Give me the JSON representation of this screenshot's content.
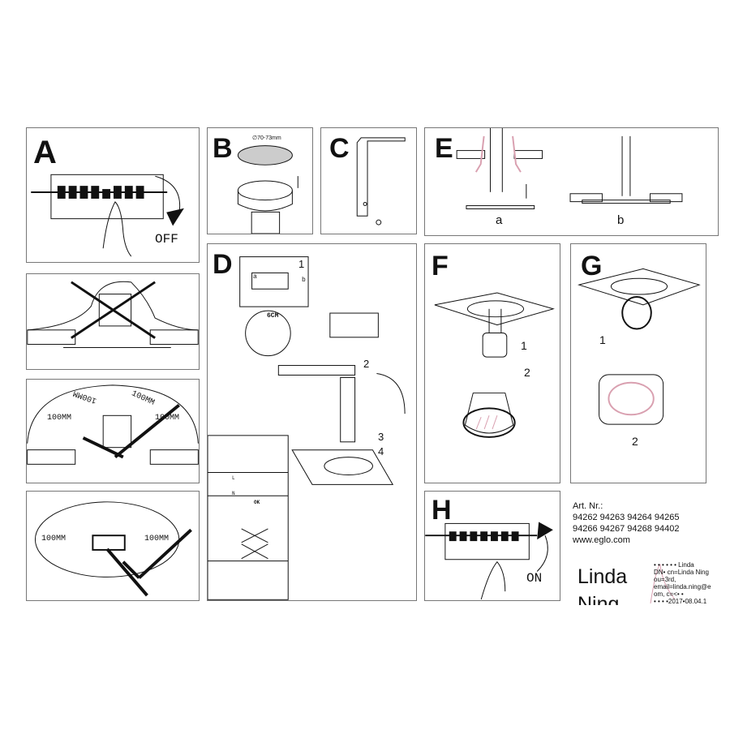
{
  "panels": {
    "a": {
      "letter": "A",
      "caption": "OFF"
    },
    "b": {
      "letter": "B",
      "dimension": "∅70-73mm"
    },
    "c": {
      "letter": "C"
    },
    "d": {
      "letter": "D",
      "steps": [
        "1",
        "2",
        "3",
        "4"
      ],
      "callouts": [
        "a",
        "b"
      ],
      "strip_length": "6CM",
      "live": "L",
      "neutral": "N",
      "ok_label": "OK"
    },
    "e": {
      "letter": "E",
      "sub_a": "a",
      "sub_b": "b"
    },
    "f": {
      "letter": "F",
      "steps": [
        "1",
        "2"
      ]
    },
    "g": {
      "letter": "G",
      "steps": [
        "1",
        "2"
      ]
    },
    "h": {
      "letter": "H",
      "caption": "ON"
    },
    "clearance": {
      "distance": "100MM"
    }
  },
  "info": {
    "art_label": "Art. Nr.:",
    "art_line1": "94262 94263 94264 94265",
    "art_line2": "94266 94267 94268 94402",
    "website": "www.eglo.com"
  },
  "signature": {
    "name": "Linda Ning",
    "lines": [
      "• • • • • •  Linda",
      "DN•  cn=Linda Ning",
      "ou=3rd,",
      "email=linda.ning@e",
      "om, c=<•  •",
      "• • •  •2017•08.04.1"
    ]
  },
  "colors": {
    "line": "#111111",
    "accent": "#d9a0b0"
  }
}
